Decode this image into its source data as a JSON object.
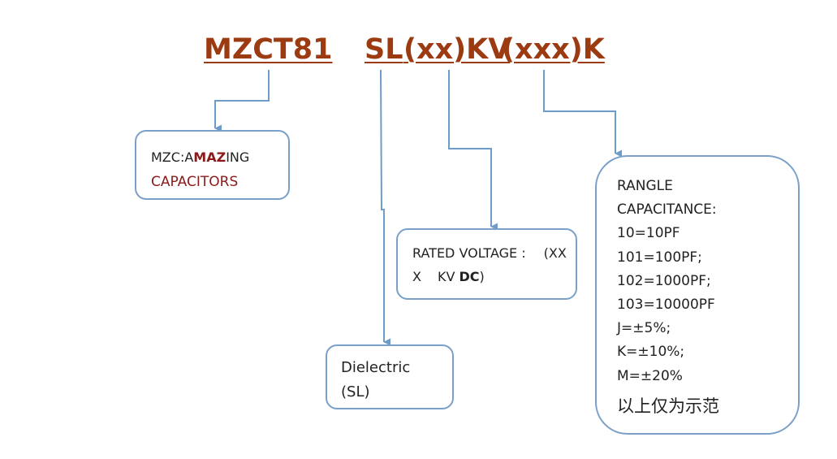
{
  "code": {
    "part1": "MZCT81",
    "part2": "SL",
    "part3": "(xx)KV",
    "part4": "(xxx)K"
  },
  "boxes": {
    "brand": {
      "line1_a": "MZC:A",
      "line1_b": "MAZ",
      "line1_c": "ING",
      "line2": "CAPACITORS"
    },
    "voltage": {
      "line1_a": "RATED VOLTAGE :",
      "line1_b": "(XX",
      "line2_a": "X",
      "line2_b": "KV",
      "line2_c": "DC",
      "line2_d": ")"
    },
    "dielectric": {
      "line1": "Dielectric",
      "line2": "(SL)"
    },
    "capacitance": {
      "lines": [
        "RANGLE",
        "CAPACITANCE:",
        "10=10PF",
        "101=100PF;",
        "102=1000PF;",
        "103=10000PF",
        "J=±5%;",
        "K=±10%;",
        "M=±20%"
      ],
      "note": "以上仅为示范"
    }
  },
  "colors": {
    "code_text": "#9c3b12",
    "box_border": "#7aa0c9",
    "connector": "#6f9bc9",
    "accent_text": "#8b1a1a"
  }
}
